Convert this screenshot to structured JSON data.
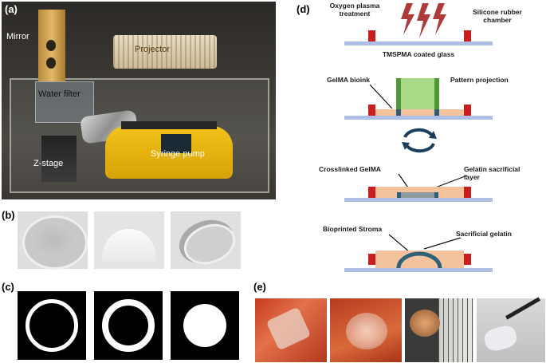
{
  "panels": {
    "a": {
      "label": "(a)",
      "components": {
        "mirror": "Mirror",
        "projector": "Projector",
        "water_filter": "Water filter",
        "z_stage": "Z-stage",
        "syringe_pump": "Syringe pump"
      }
    },
    "b": {
      "label": "(b)"
    },
    "c": {
      "label": "(c)"
    },
    "d": {
      "label": "(d)",
      "step1": {
        "treatment": "Oxygen plasma treatment",
        "chamber": "Silicone rubber chamber",
        "glass": "TMSPMA coated glass"
      },
      "step2": {
        "bioink": "GelMA bioink",
        "projection": "Pattern projection"
      },
      "step3": {
        "crosslinked": "Crosslinked GelMA",
        "sacrificial_layer": "Gelatin sacrificial layer"
      },
      "step4": {
        "stroma": "Bioprinted Stroma",
        "sacrificial_gelatin": "Sacrificial gelatin"
      }
    },
    "e": {
      "label": "(e)"
    }
  },
  "colors": {
    "wall_red": "#c81e1e",
    "glass_blue": "#aebfe6",
    "gel_orange": "#f4c39e",
    "projection_green": "#7bbf5a",
    "cycle_arrow": "#1b3f5f"
  }
}
